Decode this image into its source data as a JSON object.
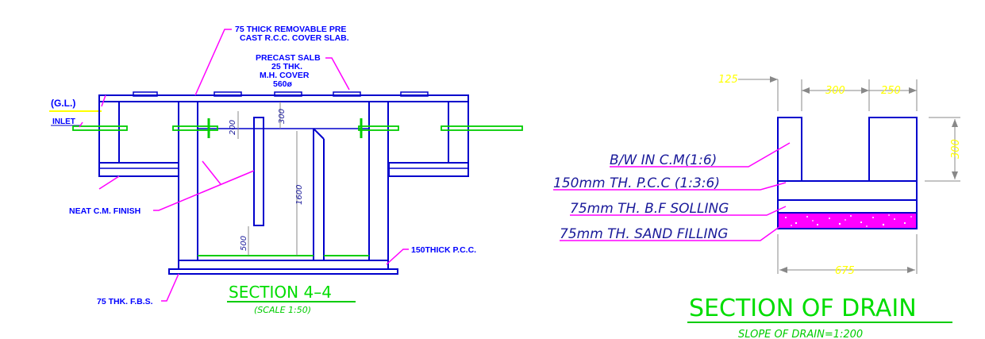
{
  "section_4_4": {
    "cover_slab_line1": "75 THICK REMOVABLE PRE",
    "cover_slab_line2": "CAST R.C.C. COVER SLAB.",
    "precast_line1": "PRECAST SALB",
    "precast_line2": "25 THK.",
    "precast_line3": "M.H. COVER",
    "precast_line4": "560ø",
    "gl": "(G.L.)",
    "inlet": "INLET",
    "neat_cm": "NEAT C.M. FINISH",
    "pcc": "150THICK P.C.C.",
    "fbs": "75 THK. F.B.S.",
    "dim_200": "200",
    "dim_300": "300",
    "dim_1600": "1600",
    "dim_500": "500",
    "title": "SECTION  4–4",
    "scale": "(SCALE 1:50)"
  },
  "drain": {
    "dim_125": "125",
    "dim_300_top": "300",
    "dim_250": "250",
    "dim_300_side": "300",
    "dim_675": "675",
    "bw": "B/W IN C.M(1:6)",
    "pcc": "150mm TH. P.C.C (1:3:6)",
    "bf": "75mm TH. B.F SOLLING",
    "sand": "75mm TH. SAND FILLING",
    "title": "SECTION  OF  DRAIN",
    "slope": "SLOPE OF DRAIN=1:200"
  },
  "colors": {
    "structure": "#0000cc",
    "leader": "#ff00ff",
    "pipe": "#00cc00",
    "dimension_yellow": "#ffff00",
    "ground_line": "#ffff00",
    "gray_dim": "#888888",
    "sand_fill": "#ff00ff"
  }
}
